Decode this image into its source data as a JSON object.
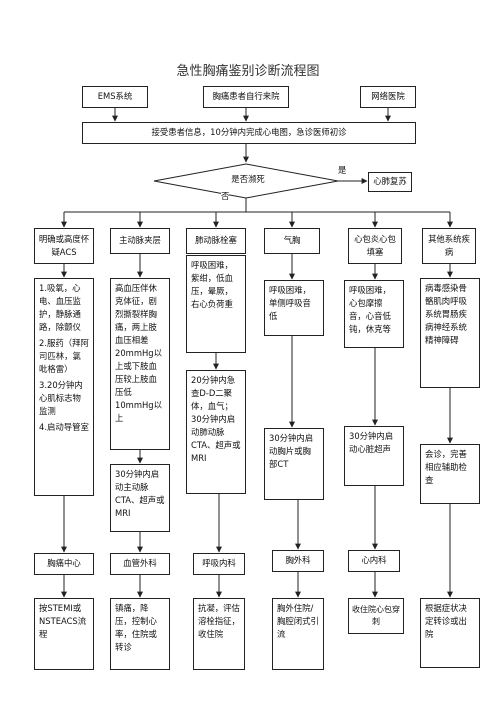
{
  "title": "急性胸痛鉴别诊断流程图",
  "sources": [
    "EMS系统",
    "胸痛患者自行来院",
    "网络医院"
  ],
  "intake": "接受患者信息，10分钟内完成心电图，急诊医师初诊",
  "decision": {
    "question": "是否濒死",
    "yes_label": "是",
    "no_label": "否",
    "yes_action": "心肺复苏"
  },
  "columns": [
    {
      "name": "明确或高度怀疑ACS",
      "findings": [
        "1.吸氧，心电、血压监护，静脉通路，除颤仪",
        "2.服药（拜阿司匹林，氯吡格雷）",
        "3.20分钟内心肌标志物监测",
        "4.启动导管室"
      ],
      "followup": "",
      "department": "胸痛中心",
      "outcome": "按STEMI或NSTEACS流程"
    },
    {
      "name": "主动脉夹层",
      "findings": [
        "高血压伴休克体征，剧烈撕裂样胸痛，两上肢血压相差20mmHg以上或下肢血压较上肢血压低10mmHg以上"
      ],
      "followup": "30分钟内启动主动脉CTA、超声或MRI",
      "department": "血管外科",
      "outcome": "镇痛，降压，控制心率，住院或转诊"
    },
    {
      "name": "肺动脉栓塞",
      "findings": [
        "呼吸困难，紫绀，低血压，晕厥，右心负荷重"
      ],
      "followup": "20分钟内急查D-D二聚体，血气；30分钟内启动肺动脉CTA、超声或MRI",
      "department": "呼吸内科",
      "outcome": "抗凝，评估溶栓指征，收住院"
    },
    {
      "name": "气胸",
      "findings": [
        "呼吸困难，单侧呼吸音低"
      ],
      "followup": "30分钟内启动胸片或胸部CT",
      "department": "胸外科",
      "outcome": "胸外住院/胸腔闭式引流"
    },
    {
      "name": "心包炎心包填塞",
      "findings": [
        "呼吸困难，心包摩擦音，心音低钝，休克等"
      ],
      "followup": "30分钟内启动心脏超声",
      "department": "心内科",
      "outcome": "收住院心包穿刺"
    },
    {
      "name": "其他系统疾病",
      "findings": [
        "病毒感染骨骼肌肉呼吸系统胃肠疾病神经系统精神障碍"
      ],
      "followup": "会诊，完善相应辅助检查",
      "department": "",
      "outcome": "根据症状决定转诊或出院"
    }
  ]
}
